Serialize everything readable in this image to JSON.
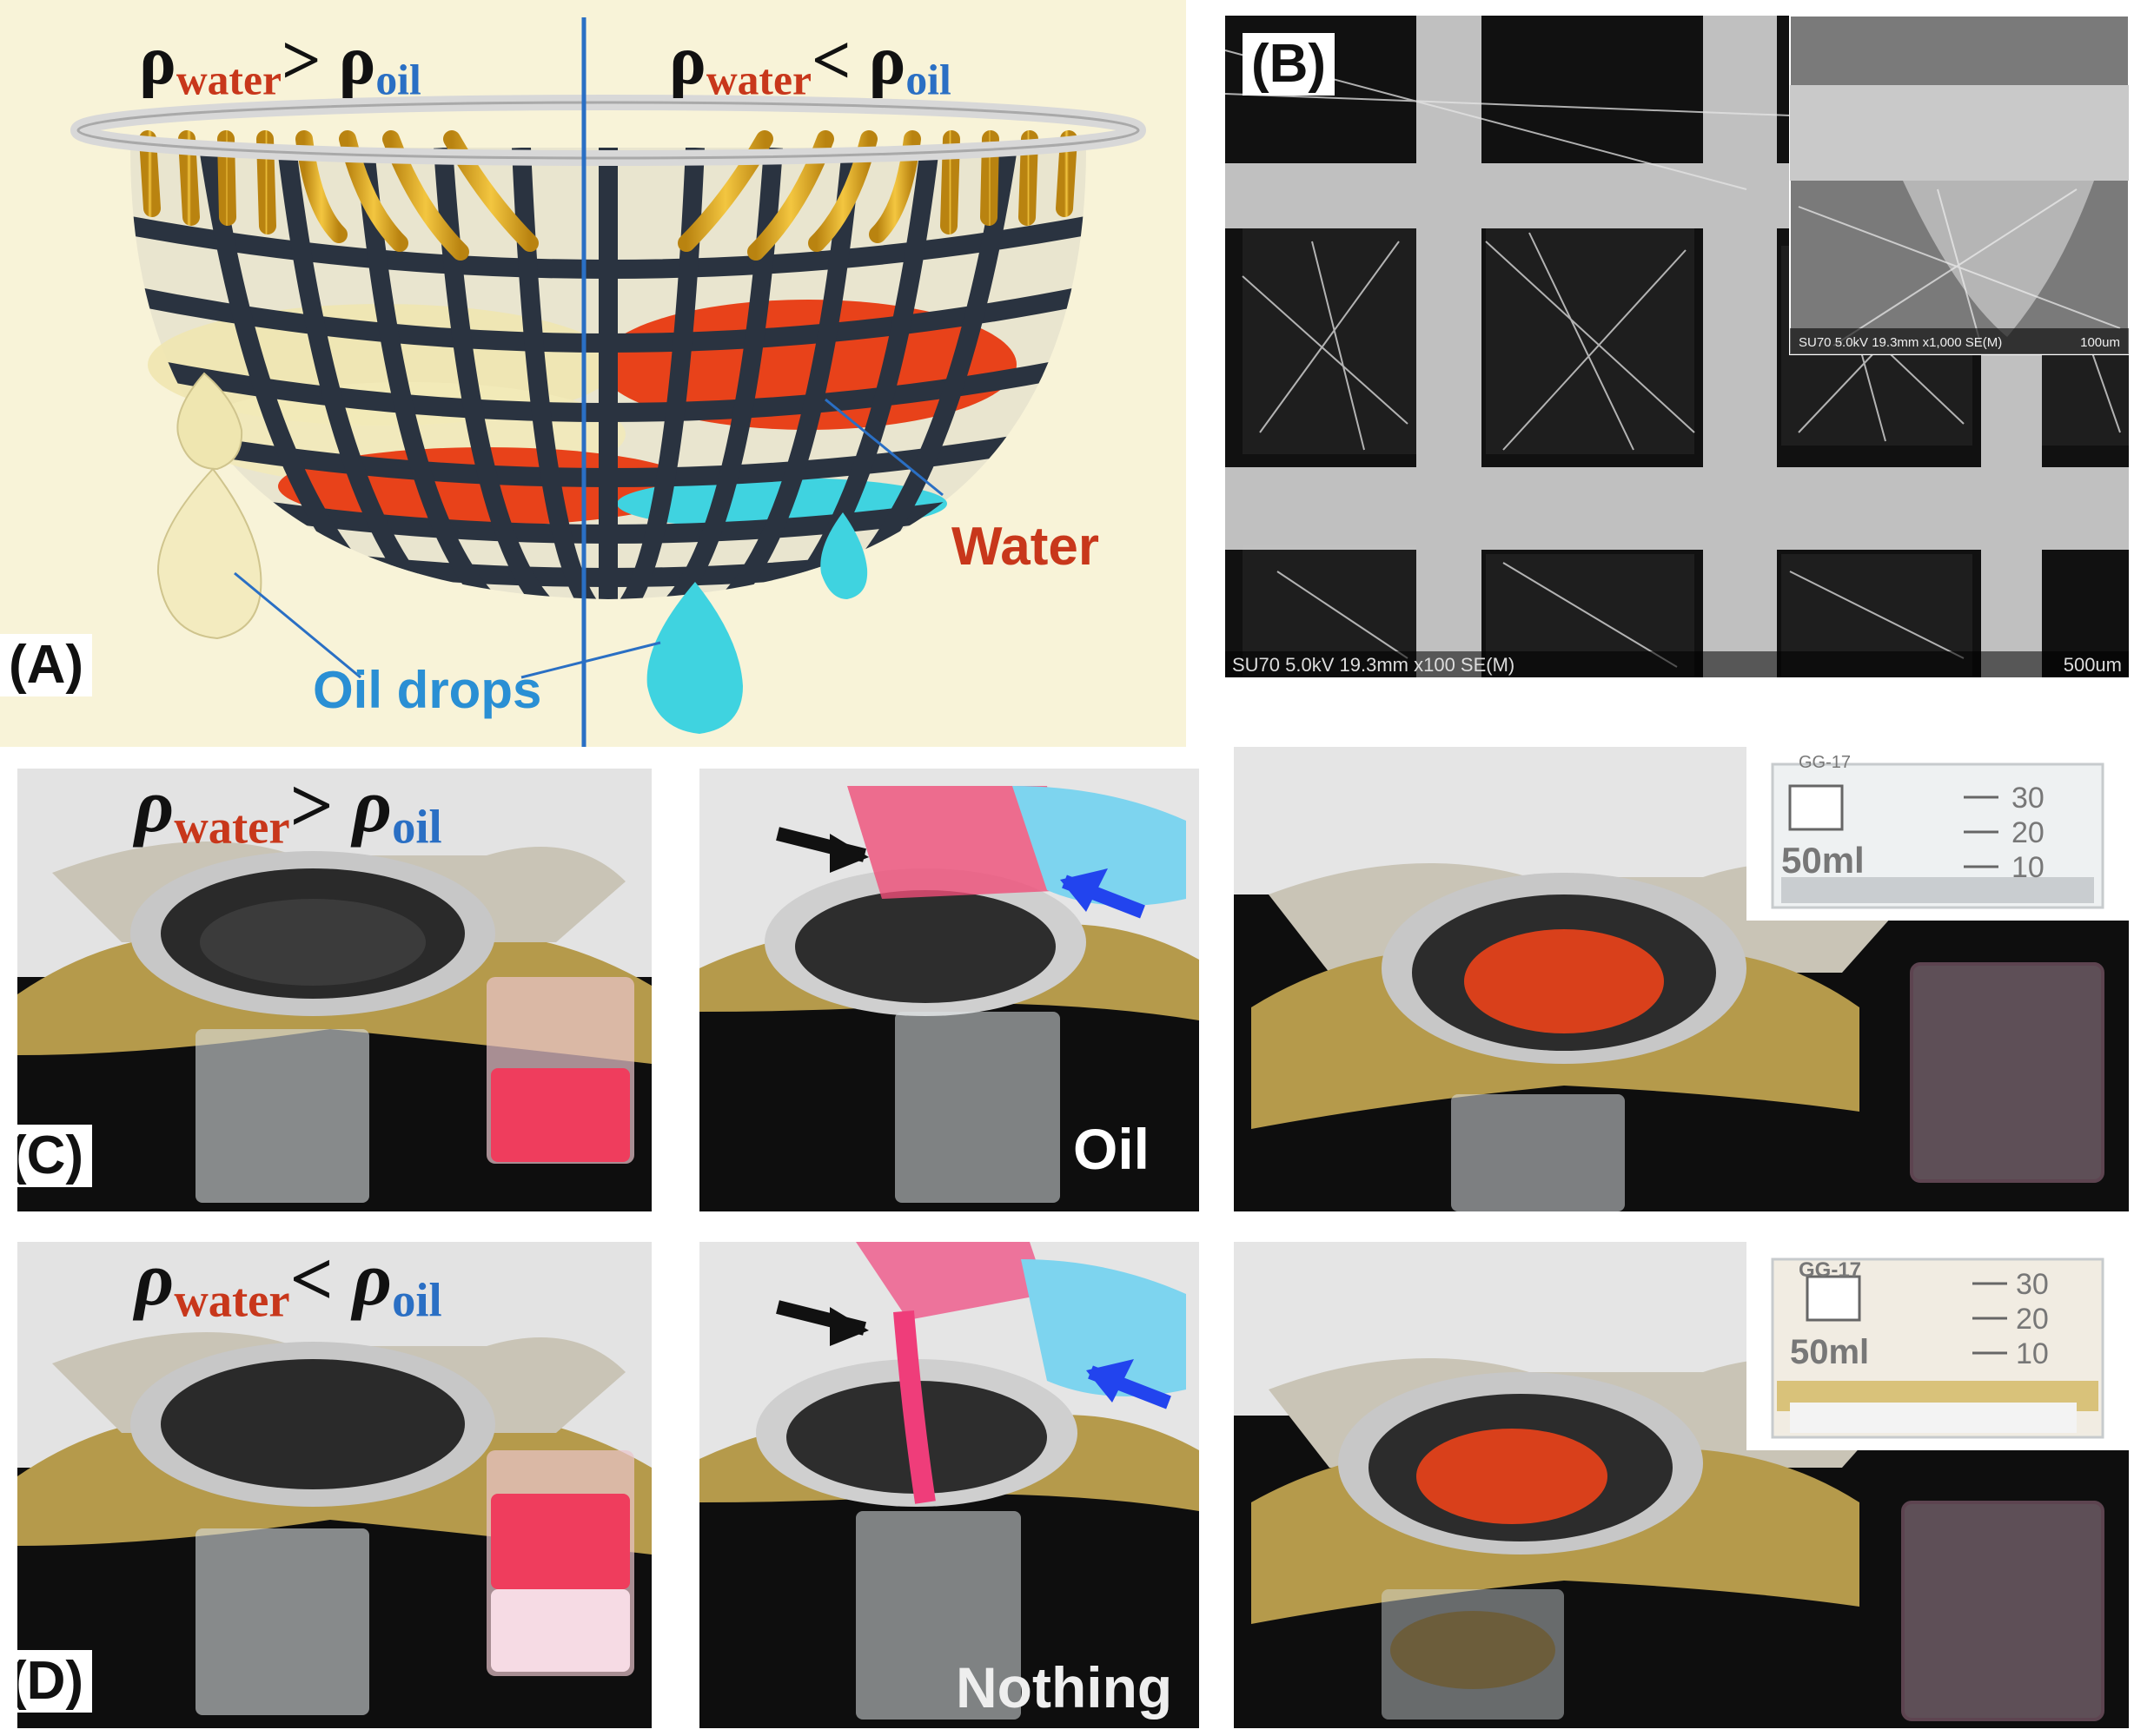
{
  "panel_labels": {
    "a": "(A)",
    "b": "(B)",
    "c": "(C)",
    "d": "(D)"
  },
  "rho": {
    "symbol": "ρ",
    "water": "water",
    "oil": "oil",
    "greater": ">",
    "less": "<"
  },
  "panel_a": {
    "water_label": "Water",
    "oil_drops_label": "Oil drops"
  },
  "panel_b": {
    "footer_text": "SU70 5.0kV 19.3mm x100 SE(M)",
    "scale_bar": "500um",
    "inset_footer_text": "SU70 5.0kV 19.3mm x1,000 SE(M)",
    "inset_scale_bar": "100um"
  },
  "beaker": {
    "brand": "GG-17",
    "volume": "50ml",
    "marks": [
      "30",
      "20",
      "10"
    ]
  },
  "photo_labels": {
    "c_filtrate": "Oil",
    "d_filtrate": "Nothing"
  },
  "colors": {
    "oil_light": "#f4e9b0",
    "oil_cyan": "#3fd3e0",
    "water_red": "#e8421a",
    "mesh_dark": "#2a3340",
    "gold": "#e2a91c"
  }
}
